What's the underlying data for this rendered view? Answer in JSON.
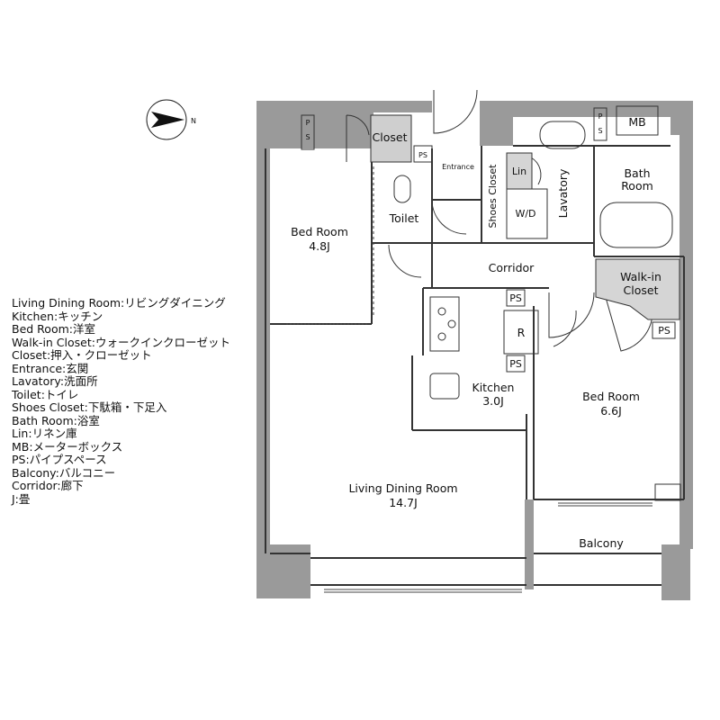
{
  "compass": {
    "letter": "N"
  },
  "rooms": {
    "bed_room_1": {
      "name": "Bed Room",
      "size": "4.8J"
    },
    "bed_room_2": {
      "name": "Bed Room",
      "size": "6.6J"
    },
    "closet": "Closet",
    "toilet": "Toilet",
    "entrance": "Entrance",
    "shoes_closet": "Shoes Closet",
    "lin": "Lin",
    "wd": "W/D",
    "lavatory": "Lavatory",
    "mb": "MB",
    "bath_room": {
      "line1": "Bath",
      "line2": "Room"
    },
    "corridor": "Corridor",
    "walk_in_closet": {
      "line1": "Walk-in",
      "line2": "Closet"
    },
    "kitchen": {
      "name": "Kitchen",
      "size": "3.0J"
    },
    "fridge": "R",
    "living_dining": {
      "name": "Living Dining Room",
      "size": "14.7J"
    },
    "balcony": "Balcony",
    "ps": "PS",
    "ps_vertical_p": "P",
    "ps_vertical_s": "S"
  },
  "legend": [
    "Living Dining Room:リビングダイニング",
    "Kitchen:キッチン",
    "Bed Room:洋室",
    "Walk-in Closet:ウォークインクローゼット",
    "Closet:押入・クローゼット",
    "Entrance:玄関",
    "Lavatory:洗面所",
    "Toilet:トイレ",
    "Shoes Closet:下駄箱・下足入",
    "Bath Room:浴室",
    "Lin:リネン庫",
    "MB:メーターボックス",
    "PS:パイプスペース",
    "Balcony:バルコニー",
    "Corridor:廊下",
    "J:畳"
  ]
}
